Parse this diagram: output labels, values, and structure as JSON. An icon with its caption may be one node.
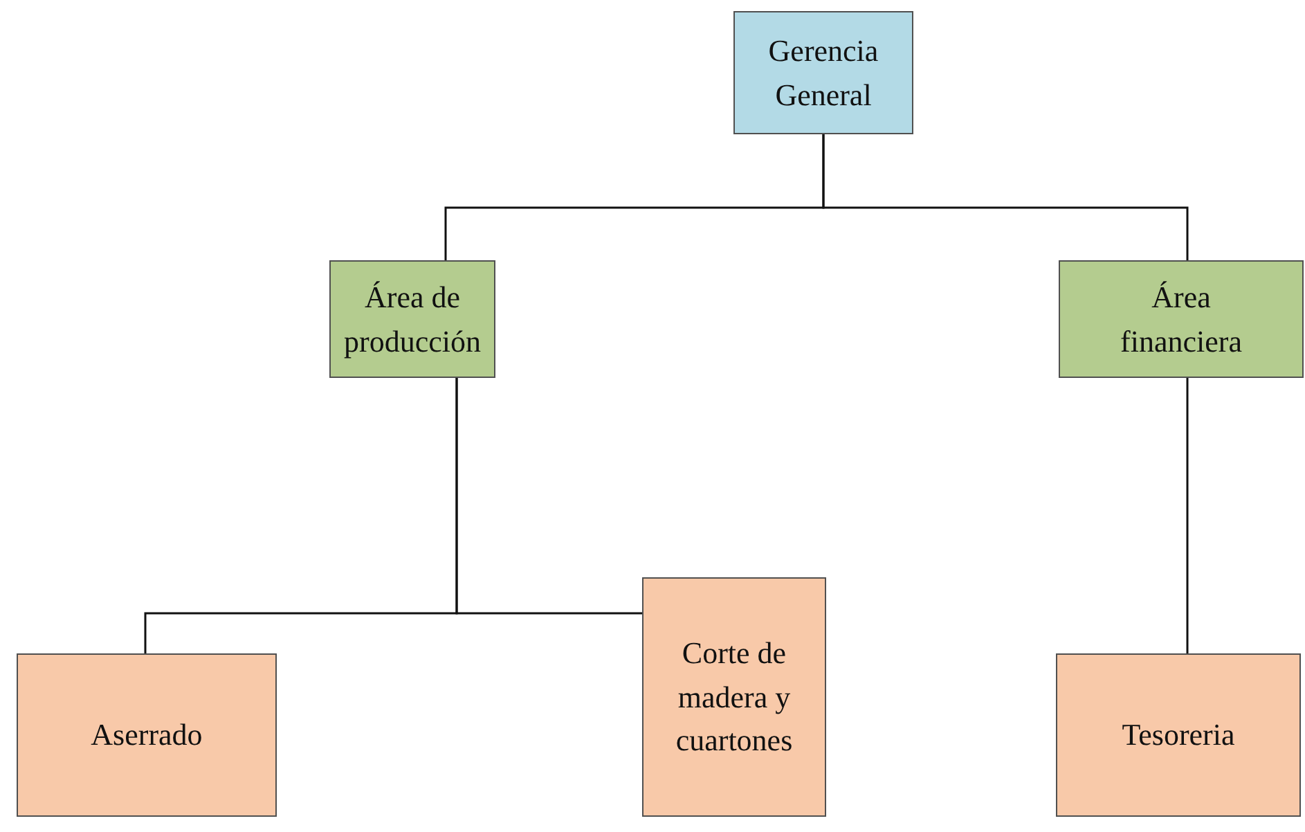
{
  "diagram": {
    "nodes": [
      {
        "text": [
          "Gerencia General"
        ]
      },
      {
        "text": [
          "Área de producción"
        ]
      },
      {
        "text": [
          "Área financiera"
        ]
      },
      {
        "text": [
          "Aserrado"
        ]
      },
      {
        "text": [
          "Corte de madera y cuartones"
        ]
      },
      {
        "text": [
          "Tesoreria"
        ]
      }
    ],
    "edges": [
      {
        "from": 0,
        "to": 1,
        "arrow": "none"
      },
      {
        "from": 0,
        "to": 2,
        "arrow": "none"
      },
      {
        "from": 1,
        "to": 3,
        "arrow": "none"
      },
      {
        "from": 1,
        "to": 4,
        "arrow": "none"
      },
      {
        "from": 2,
        "to": 5,
        "arrow": "none"
      }
    ]
  }
}
